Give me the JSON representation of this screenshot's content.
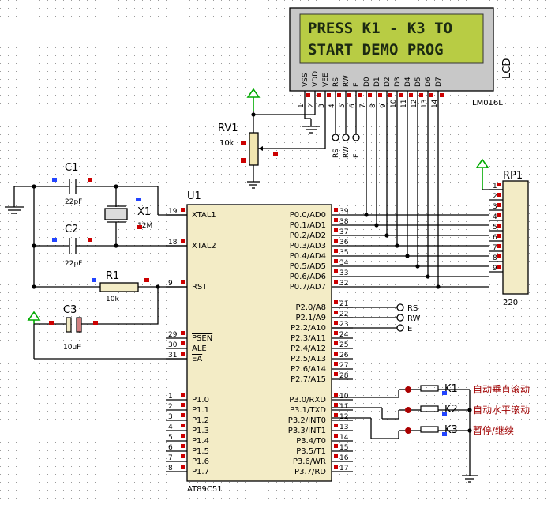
{
  "lcd": {
    "line1": "PRESS K1 - K3 TO",
    "line2": " START DEMO PROG",
    "label": "LCD",
    "part": "LM016L",
    "pins": [
      {
        "name": "VSS",
        "num": "1"
      },
      {
        "name": "VDD",
        "num": "2"
      },
      {
        "name": "VEE",
        "num": "3"
      },
      {
        "name": "RS",
        "num": "4"
      },
      {
        "name": "RW",
        "num": "5"
      },
      {
        "name": "E",
        "num": "6"
      },
      {
        "name": "D0",
        "num": "7"
      },
      {
        "name": "D1",
        "num": "8"
      },
      {
        "name": "D2",
        "num": "9"
      },
      {
        "name": "D3",
        "num": "10"
      },
      {
        "name": "D4",
        "num": "11"
      },
      {
        "name": "D5",
        "num": "12"
      },
      {
        "name": "D6",
        "num": "13"
      },
      {
        "name": "D7",
        "num": "14"
      }
    ],
    "terminals": [
      "RS",
      "RW",
      "E"
    ]
  },
  "rv1": {
    "ref": "RV1",
    "value": "10k"
  },
  "c1": {
    "ref": "C1",
    "value": "22pF"
  },
  "c2": {
    "ref": "C2",
    "value": "22pF"
  },
  "c3": {
    "ref": "C3",
    "value": "10uF"
  },
  "x1": {
    "ref": "X1",
    "value": "12M"
  },
  "r1": {
    "ref": "R1",
    "value": "10k"
  },
  "rp1": {
    "ref": "RP1",
    "value": "220",
    "pins": [
      "1",
      "2",
      "3",
      "4",
      "5",
      "6",
      "7",
      "8",
      "9"
    ]
  },
  "mcu": {
    "ref": "U1",
    "part": "AT89C51",
    "left_pins": [
      {
        "name": "XTAL1",
        "num": "19",
        "slot": 0
      },
      {
        "name": "XTAL2",
        "num": "18",
        "slot": 3
      },
      {
        "name": "RST",
        "num": "9",
        "slot": 7
      },
      {
        "name": "PSEN",
        "num": "29",
        "slot": 12,
        "overline": true
      },
      {
        "name": "ALE",
        "num": "30",
        "slot": 13,
        "overline": true
      },
      {
        "name": "EA",
        "num": "31",
        "slot": 14,
        "overline": true
      },
      {
        "name": "P1.0",
        "num": "1",
        "slot": 18
      },
      {
        "name": "P1.1",
        "num": "2",
        "slot": 19
      },
      {
        "name": "P1.2",
        "num": "3",
        "slot": 20
      },
      {
        "name": "P1.3",
        "num": "4",
        "slot": 21
      },
      {
        "name": "P1.4",
        "num": "5",
        "slot": 22
      },
      {
        "name": "P1.5",
        "num": "6",
        "slot": 23
      },
      {
        "name": "P1.6",
        "num": "7",
        "slot": 24
      },
      {
        "name": "P1.7",
        "num": "8",
        "slot": 25
      }
    ],
    "right_pins": [
      {
        "name": "P0.0/AD0",
        "num": "39",
        "slot": 0
      },
      {
        "name": "P0.1/AD1",
        "num": "38",
        "slot": 1
      },
      {
        "name": "P0.2/AD2",
        "num": "37",
        "slot": 2
      },
      {
        "name": "P0.3/AD3",
        "num": "36",
        "slot": 3
      },
      {
        "name": "P0.4/AD4",
        "num": "35",
        "slot": 4
      },
      {
        "name": "P0.5/AD5",
        "num": "34",
        "slot": 5
      },
      {
        "name": "P0.6/AD6",
        "num": "33",
        "slot": 6
      },
      {
        "name": "P0.7/AD7",
        "num": "32",
        "slot": 7
      },
      {
        "name": "P2.0/A8",
        "num": "21",
        "slot": 9
      },
      {
        "name": "P2.1/A9",
        "num": "22",
        "slot": 10
      },
      {
        "name": "P2.2/A10",
        "num": "23",
        "slot": 11
      },
      {
        "name": "P2.3/A11",
        "num": "24",
        "slot": 12
      },
      {
        "name": "P2.4/A12",
        "num": "25",
        "slot": 13
      },
      {
        "name": "P2.5/A13",
        "num": "26",
        "slot": 14
      },
      {
        "name": "P2.6/A14",
        "num": "27",
        "slot": 15
      },
      {
        "name": "P2.7/A15",
        "num": "28",
        "slot": 16
      },
      {
        "name": "P3.0/RXD",
        "num": "10",
        "slot": 18
      },
      {
        "name": "P3.1/TXD",
        "num": "11",
        "slot": 19
      },
      {
        "name": "P3.2/INT0",
        "num": "12",
        "slot": 20
      },
      {
        "name": "P3.3/INT1",
        "num": "13",
        "slot": 21
      },
      {
        "name": "P3.4/T0",
        "num": "14",
        "slot": 22
      },
      {
        "name": "P3.5/T1",
        "num": "15",
        "slot": 23
      },
      {
        "name": "P3.6/WR",
        "num": "16",
        "slot": 24
      },
      {
        "name": "P3.7/RD",
        "num": "17",
        "slot": 25
      }
    ],
    "terminals": [
      "RS",
      "RW",
      "E"
    ]
  },
  "keys": [
    {
      "ref": "K1",
      "label": "自动垂直滚动"
    },
    {
      "ref": "K2",
      "label": "自动水平滚动"
    },
    {
      "ref": "K3",
      "label": "暂停/继续"
    }
  ]
}
